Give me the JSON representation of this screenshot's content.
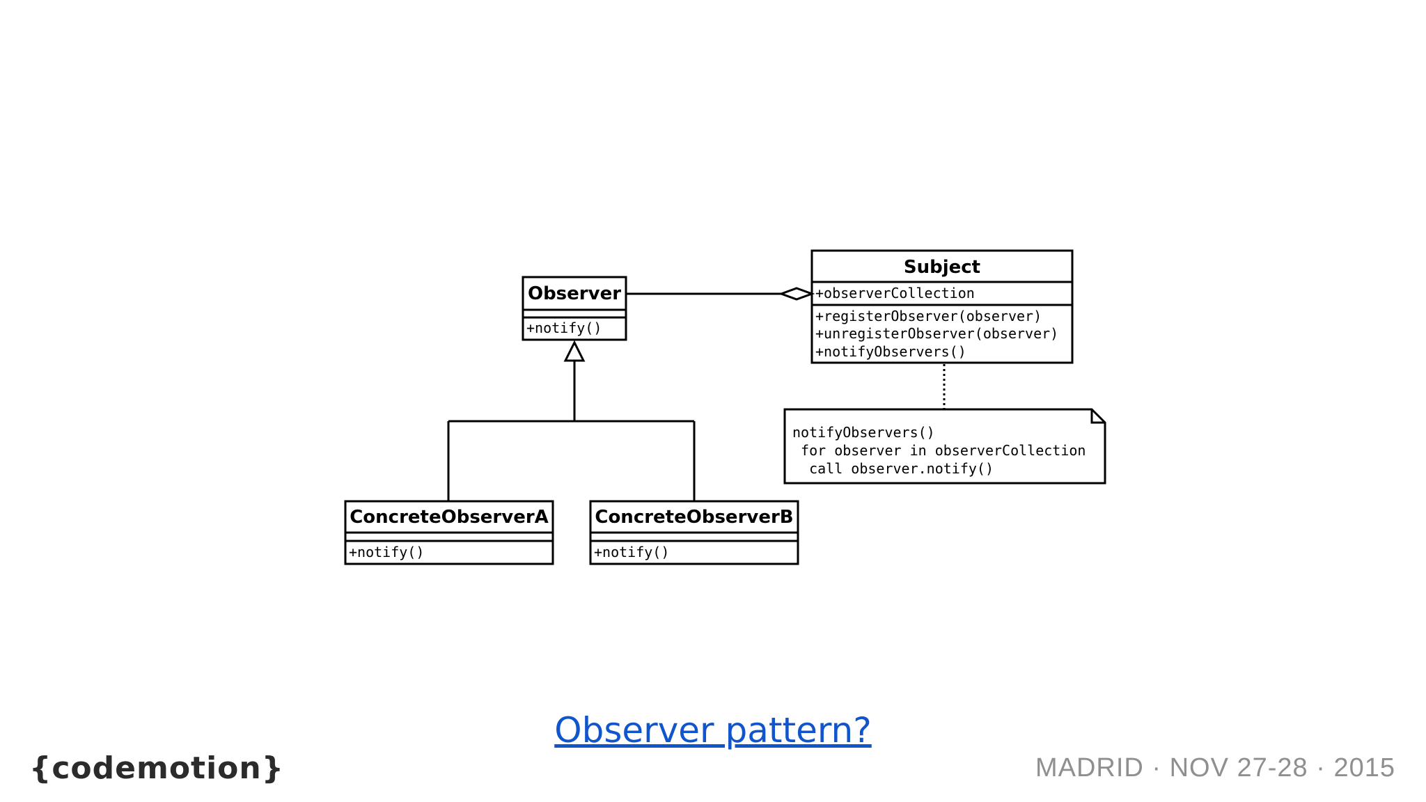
{
  "diagram": {
    "observer": {
      "name": "Observer",
      "methods": [
        "+notify()"
      ]
    },
    "subject": {
      "name": "Subject",
      "attributes": [
        "+observerCollection"
      ],
      "methods": [
        "+registerObserver(observer)",
        "+unregisterObserver(observer)",
        "+notifyObservers()"
      ]
    },
    "concrete_a": {
      "name": "ConcreteObserverA",
      "methods": [
        "+notify()"
      ]
    },
    "concrete_b": {
      "name": "ConcreteObserverB",
      "methods": [
        "+notify()"
      ]
    },
    "note": {
      "lines": [
        "notifyObservers()",
        " for observer in observerCollection",
        "  call observer.notify()"
      ]
    }
  },
  "link": {
    "text": "Observer pattern?"
  },
  "footer": {
    "logo": "{codemotion}",
    "event": "MADRID · NOV 27-28 · 2015"
  }
}
